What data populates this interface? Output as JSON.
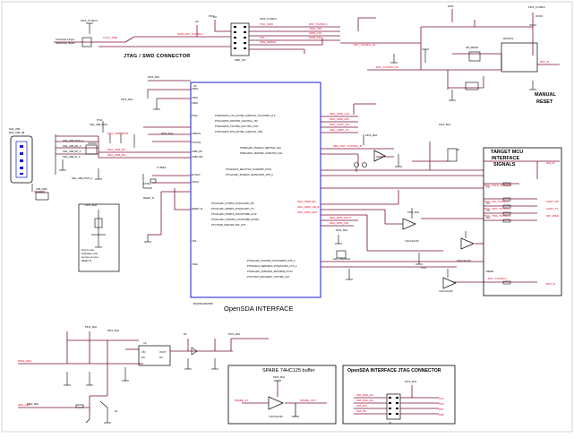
{
  "labels": {
    "jtag_swd": "JTAG / SWD CONNECTOR",
    "opensda_interface": "OpenSDA INTERFACE",
    "manual_reset_1": "MANUAL",
    "manual_reset_2": "RESET",
    "target_mcu_1": "TARGET MCU",
    "target_mcu_2": "INTERFACE",
    "target_mcu_3": "SIGNALS",
    "spare_buffer": "SPARE 74HC125 buffer",
    "opensda_jtag": "OpenSDA INTERFACE JTAG CONNECTOR",
    "chip_ref": "U6",
    "chip_part": "MK20DX128VFM5"
  },
  "colors": {
    "wire": "#7a0d3a",
    "net_red": "#e0001b",
    "chip_outline": "#1a1ad8",
    "component": "#000000",
    "box": "#000000"
  }
}
